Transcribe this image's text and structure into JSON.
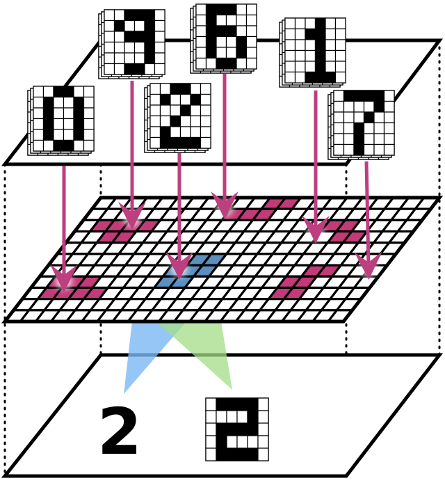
{
  "colors": {
    "arrow": "#bd3f7f",
    "highlight": "#c23a78",
    "blue_cone": "#7cb8f2",
    "green_cone": "#a4dc86",
    "blue_overlay": "#5a8fbf",
    "ink": "#000000"
  },
  "glyphs": {
    "zero": [
      "0110",
      "1001",
      "1001",
      "1001",
      "1001",
      "0110"
    ],
    "nine": [
      "0111",
      "1001",
      "0111",
      "0001",
      "0001",
      "0110"
    ],
    "six": [
      "1110",
      "1000",
      "1110",
      "1001",
      "1001",
      "0110"
    ],
    "one": [
      "0010",
      "0110",
      "0010",
      "0010",
      "0010",
      "0111"
    ],
    "two": [
      "0110",
      "1001",
      "0010",
      "0100",
      "1000",
      "1111"
    ],
    "seven": [
      "1111",
      "0001",
      "0010",
      "0100",
      "0100",
      "0100"
    ],
    "decoded_two": [
      "1111",
      "0001",
      "1111",
      "1000",
      "1111"
    ]
  },
  "input_digits": [
    "0",
    "9",
    "2",
    "6",
    "1",
    "7"
  ],
  "output": {
    "recognized_digit": "2"
  }
}
